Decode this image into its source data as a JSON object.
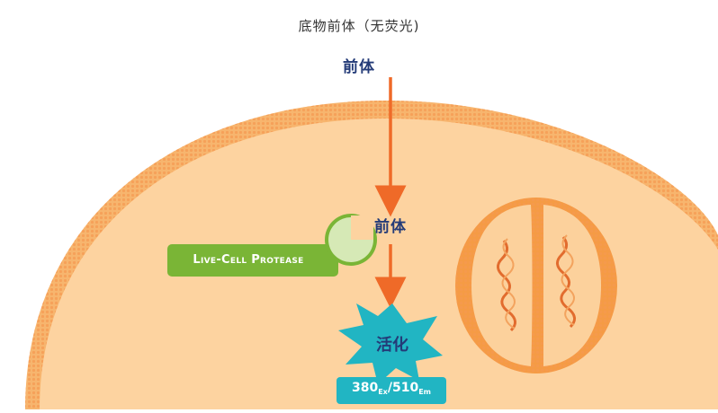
{
  "diagram": {
    "title": "底物前体（无荧光)",
    "precursor_outside": "前体",
    "precursor_inside": "前体",
    "protease_label": "Live-Cell Protease",
    "activated_label": "活化",
    "wavelength": {
      "excitation_value": "380",
      "excitation_sub": "Ex",
      "separator": "/",
      "emission_value": "510",
      "emission_sub": "Em"
    },
    "colors": {
      "cell_fill": "#fdd3a0",
      "membrane": "#f7a860",
      "arrow": "#ef6a28",
      "protease_green": "#7ab536",
      "fluor_teal": "#21b5c3",
      "mitochondria": "#f59b45",
      "text_blue": "#243b78"
    }
  }
}
